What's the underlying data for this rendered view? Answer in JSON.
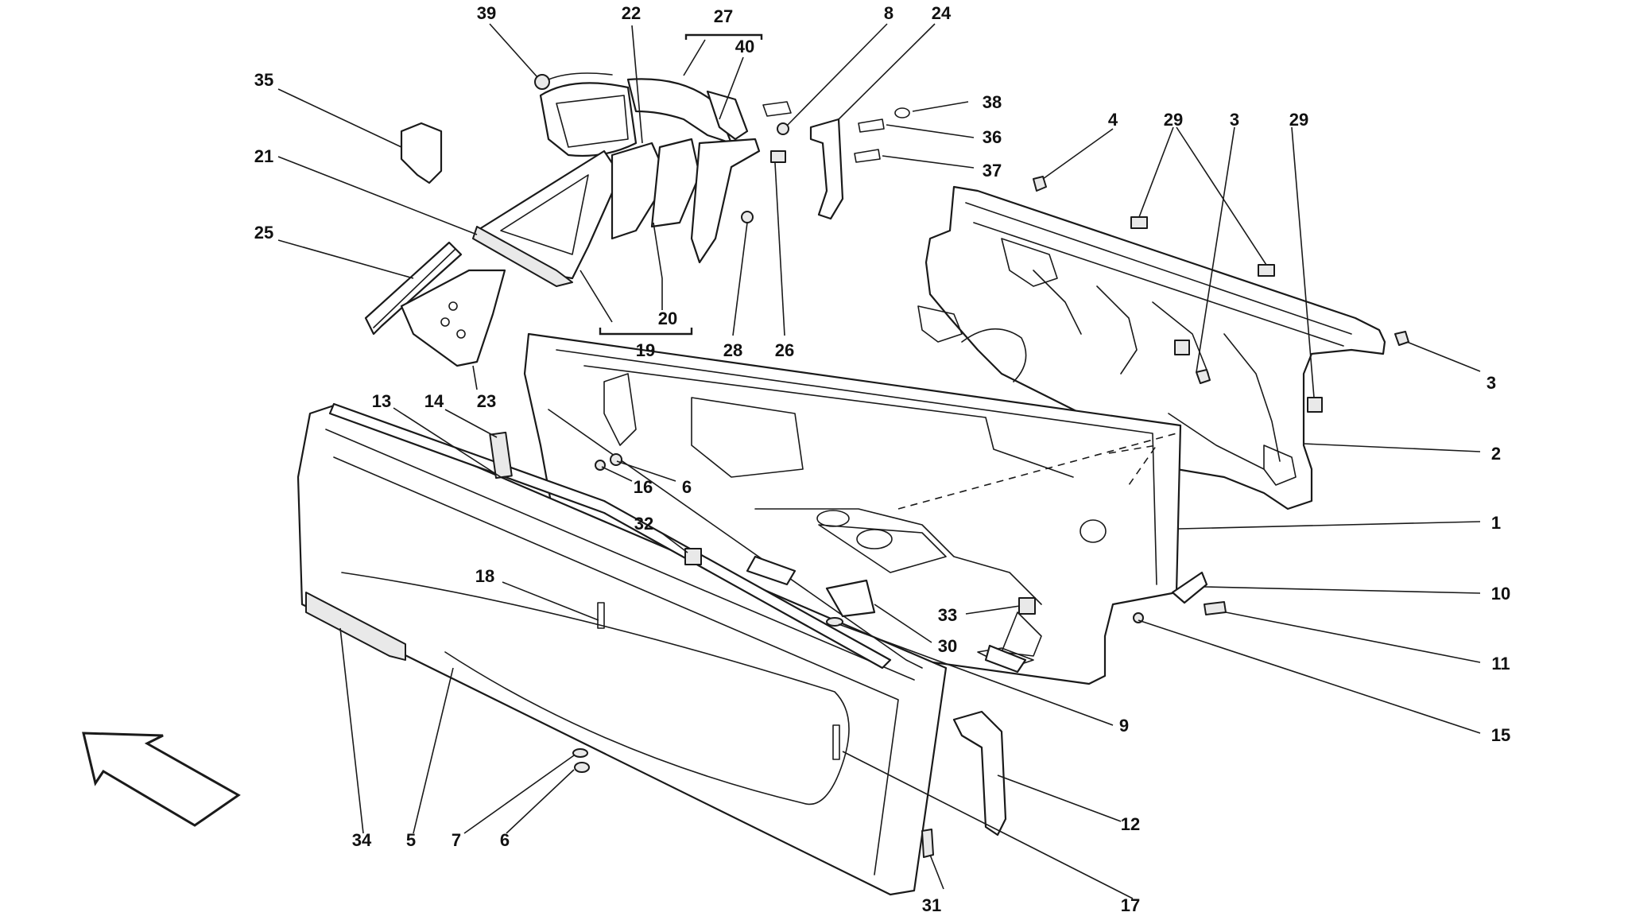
{
  "callouts": [
    {
      "id": "39",
      "text": "39"
    },
    {
      "id": "22",
      "text": "22"
    },
    {
      "id": "27",
      "text": "27"
    },
    {
      "id": "40",
      "text": "40"
    },
    {
      "id": "8",
      "text": "8"
    },
    {
      "id": "24",
      "text": "24"
    },
    {
      "id": "38",
      "text": "38"
    },
    {
      "id": "36",
      "text": "36"
    },
    {
      "id": "37",
      "text": "37"
    },
    {
      "id": "35",
      "text": "35"
    },
    {
      "id": "21",
      "text": "21"
    },
    {
      "id": "25",
      "text": "25"
    },
    {
      "id": "4",
      "text": "4"
    },
    {
      "id": "29a",
      "text": "29"
    },
    {
      "id": "3a",
      "text": "3"
    },
    {
      "id": "29b",
      "text": "29"
    },
    {
      "id": "20",
      "text": "20"
    },
    {
      "id": "19",
      "text": "19"
    },
    {
      "id": "28",
      "text": "28"
    },
    {
      "id": "26",
      "text": "26"
    },
    {
      "id": "3b",
      "text": "3"
    },
    {
      "id": "13",
      "text": "13"
    },
    {
      "id": "14",
      "text": "14"
    },
    {
      "id": "23",
      "text": "23"
    },
    {
      "id": "16",
      "text": "16"
    },
    {
      "id": "6a",
      "text": "6"
    },
    {
      "id": "2",
      "text": "2"
    },
    {
      "id": "1",
      "text": "1"
    },
    {
      "id": "32",
      "text": "32"
    },
    {
      "id": "18",
      "text": "18"
    },
    {
      "id": "10",
      "text": "10"
    },
    {
      "id": "33",
      "text": "33"
    },
    {
      "id": "11",
      "text": "11"
    },
    {
      "id": "30",
      "text": "30"
    },
    {
      "id": "9",
      "text": "9"
    },
    {
      "id": "15",
      "text": "15"
    },
    {
      "id": "12",
      "text": "12"
    },
    {
      "id": "34",
      "text": "34"
    },
    {
      "id": "5",
      "text": "5"
    },
    {
      "id": "7",
      "text": "7"
    },
    {
      "id": "6b",
      "text": "6"
    },
    {
      "id": "31",
      "text": "31"
    },
    {
      "id": "17",
      "text": "17"
    }
  ],
  "colors": {
    "line": "#1a1a1a",
    "background": "#ffffff",
    "shade": "#e9e9e9"
  },
  "icons": {
    "direction_arrow": "arrow-up-left-icon"
  }
}
